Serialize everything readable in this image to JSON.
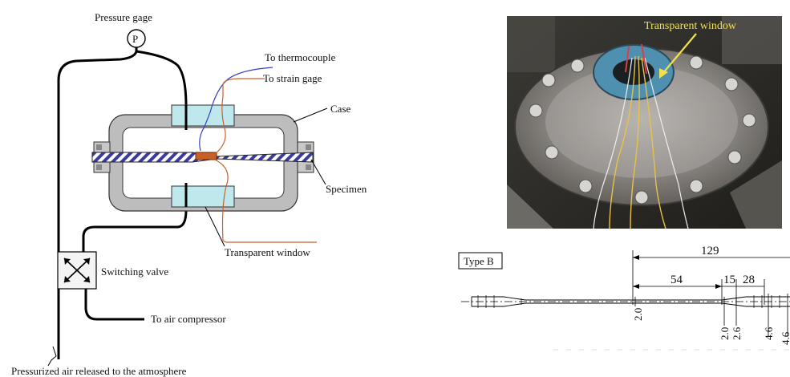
{
  "schematic": {
    "pressure_gage_label": "Pressure gage",
    "gage_symbol": "P",
    "to_thermocouple": "To thermocouple",
    "to_strain_gage": "To strain gage",
    "case_label": "Case",
    "specimen_label": "Specimen",
    "transparent_window_label": "Transparent window",
    "switching_valve_label": "Switching valve",
    "to_air_compressor": "To air compressor",
    "released_label": "Pressurized air released to the atmosphere",
    "colors": {
      "thermocouple_wire": "#3340c8",
      "strain_wire": "#c8602a",
      "window": "#bfe8ec",
      "case": "#bdbdbd",
      "specimen_hatch": "#3a3aa0"
    }
  },
  "photo": {
    "label": "Transparent window",
    "label_color": "#f4e04a",
    "arrow_color": "#f4e04a"
  },
  "drawing": {
    "type_label": "Type B",
    "dims": {
      "overall": "129",
      "gauge": "54",
      "transition": "15",
      "grip": "28",
      "thick_gauge": "2.0",
      "thick_a": "2.0",
      "thick_b": "2.6",
      "thick_c": "4.6",
      "thick_d": "4.6"
    }
  }
}
